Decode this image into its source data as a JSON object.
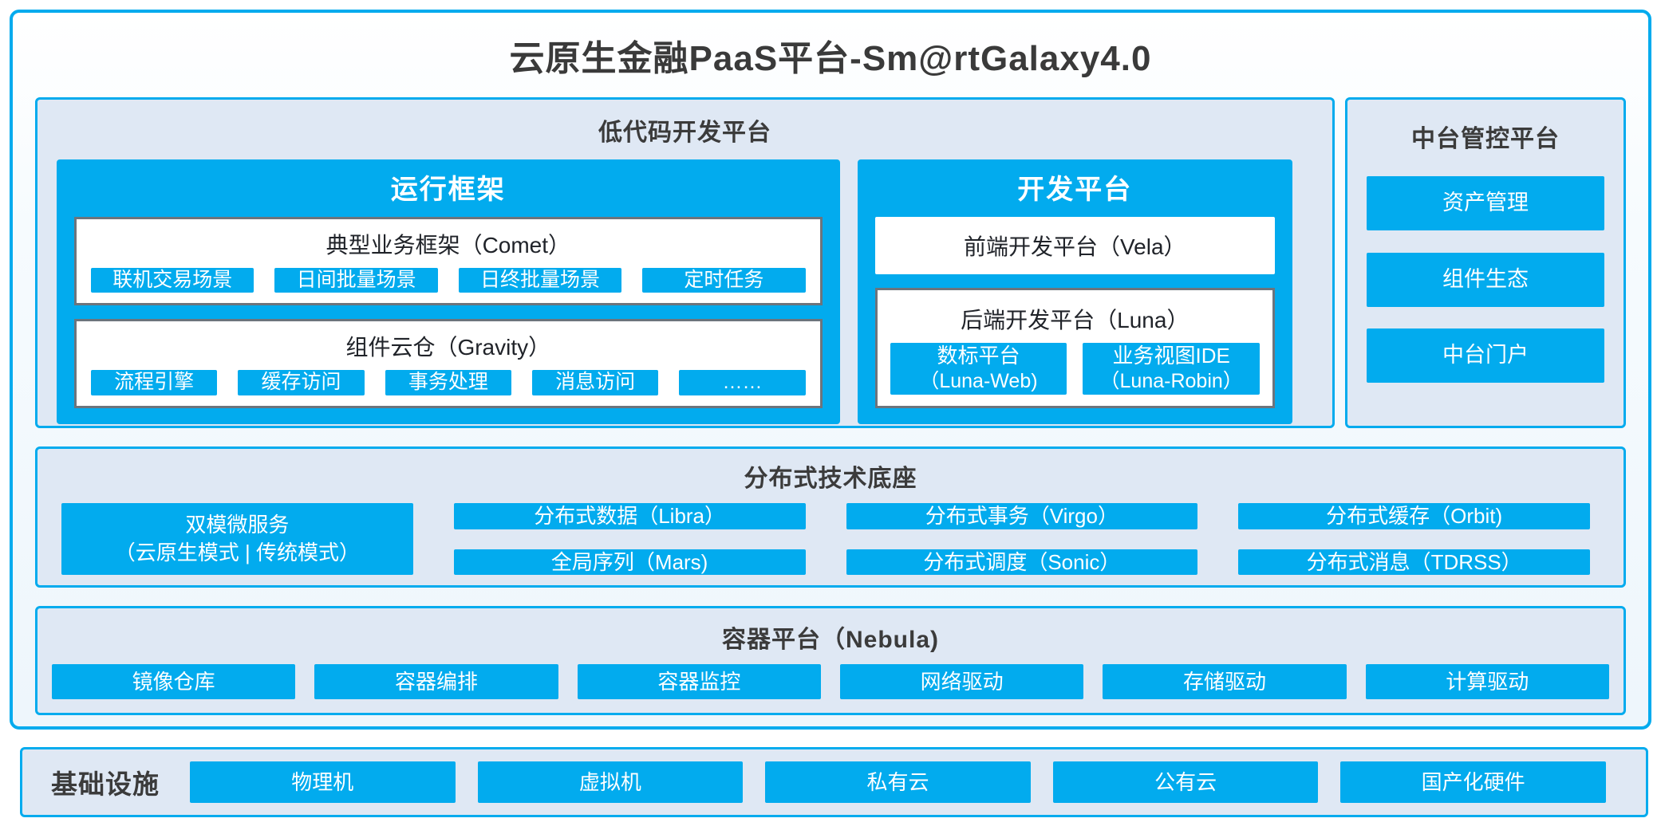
{
  "title": "云原生金融PaaS平台-Sm@rtGalaxy4.0",
  "colors": {
    "accent_blue": "#02abee",
    "panel_background": "#dfe8f4",
    "white_box_border": "#6d747c",
    "header_text": "#3b3b3b"
  },
  "low_code": {
    "title": "低代码开发平台",
    "runtime": {
      "title": "运行框架",
      "groups": [
        {
          "title": "典型业务框架（Comet）",
          "items": [
            "联机交易场景",
            "日间批量场景",
            "日终批量场景",
            "定时任务"
          ]
        },
        {
          "title": "组件云仓（Gravity）",
          "items": [
            "流程引擎",
            "缓存访问",
            "事务处理",
            "消息访问",
            "……"
          ]
        }
      ]
    },
    "dev": {
      "title": "开发平台",
      "frontend": "前端开发平台（Vela）",
      "backend": {
        "title": "后端开发平台（Luna）",
        "items": [
          {
            "line1": "数标平台",
            "line2": "（Luna-Web)"
          },
          {
            "line1": "业务视图IDE",
            "line2": "（Luna-Robin）"
          }
        ]
      }
    }
  },
  "mid_platform": {
    "title": "中台管控平台",
    "items": [
      "资产管理",
      "组件生态",
      "中台门户"
    ]
  },
  "distributed": {
    "title": "分布式技术底座",
    "dual_mode": {
      "line1": "双模微服务",
      "line2": "（云原生模式 | 传统模式）"
    },
    "columns": [
      {
        "top": "分布式数据（Libra）",
        "bottom": "全局序列（Mars)"
      },
      {
        "top": "分布式事务（Virgo）",
        "bottom": "分布式调度（Sonic）"
      },
      {
        "top": "分布式缓存（Orbit)",
        "bottom": "分布式消息（TDRSS）"
      }
    ]
  },
  "container_platform": {
    "title": "容器平台（Nebula)",
    "items": [
      "镜像仓库",
      "容器编排",
      "容器监控",
      "网络驱动",
      "存储驱动",
      "计算驱动"
    ]
  },
  "infrastructure": {
    "title": "基础设施",
    "items": [
      "物理机",
      "虚拟机",
      "私有云",
      "公有云",
      "国产化硬件"
    ]
  }
}
